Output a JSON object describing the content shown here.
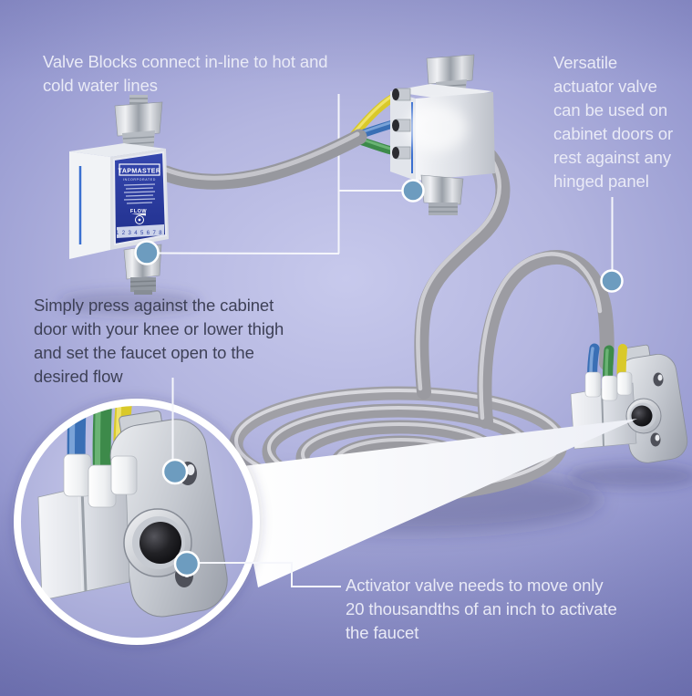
{
  "annotations": {
    "valve_blocks": {
      "lines": [
        "Valve Blocks connect in-line to hot and",
        "cold water lines"
      ]
    },
    "versatile": {
      "lines": [
        "Versatile",
        "actuator valve",
        "can be used on",
        "cabinet doors or",
        "rest against any",
        "hinged panel"
      ]
    },
    "press": {
      "lines": [
        "Simply press against the cabinet",
        "door with your knee or lower thigh",
        "and set the faucet open to the",
        "desired flow"
      ]
    },
    "activator": {
      "lines": [
        "Activator valve needs to move only",
        "20 thousandths of an inch to activate",
        "the faucet"
      ]
    }
  },
  "device_label": {
    "brand": "TAPMASTER",
    "sub": "INCORPORATED",
    "flow": "FLOW",
    "scale": "12345678"
  },
  "colors": {
    "background_light": "#c7c9ec",
    "background_dark": "#6467ab",
    "text_light": "#e9eaf6",
    "text_dark": "#3e4157",
    "callout_dot": "#6d9cbf",
    "callout_line": "#f5f6fb",
    "hose_grey": "#9c9ca2",
    "tube_yellow": "#d9c92a",
    "tube_blue": "#3a6fb5",
    "tube_green": "#3d8a4a",
    "label_blue": "#2b3ea0"
  }
}
